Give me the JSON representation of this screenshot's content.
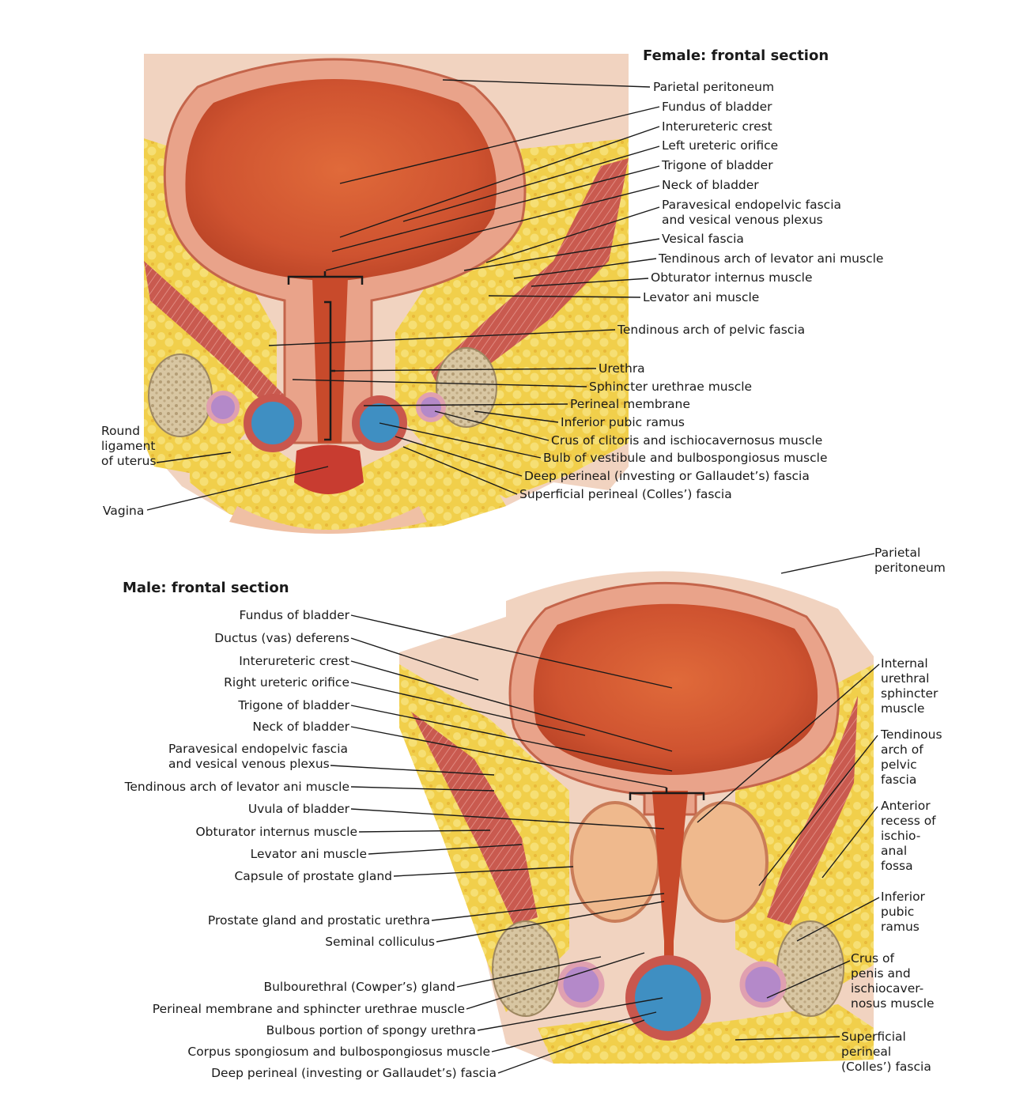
{
  "colors": {
    "bladder": "#d4572f",
    "bladder_wall": "#e8a48c",
    "muscle": "#c9574d",
    "fat": "#f2d24c",
    "vein": "#3f8fc2",
    "bone": "#d9c8a8",
    "prostate": "#efb98d",
    "skin": "#f3c2a6",
    "purple": "#b489c9",
    "leader": "#1a1a1a"
  },
  "female": {
    "title": "Female: frontal section",
    "labels": [
      "Parietal peritoneum",
      "Fundus of bladder",
      "Interureteric crest",
      "Left ureteric orifice",
      "Trigone of bladder",
      "Neck of bladder",
      [
        "Paravesical endopelvic fascia",
        "and vesical venous plexus"
      ],
      "Vesical fascia",
      "Tendinous arch of levator ani muscle",
      "Obturator internus muscle",
      "Levator ani muscle",
      "Tendinous arch of pelvic fascia",
      "Urethra",
      "Sphincter urethrae muscle",
      "Perineal membrane",
      "Inferior pubic ramus",
      "Crus of clitoris and ischiocavernosus muscle",
      "Bulb of vestibule and bulbospongiosus muscle",
      "Deep perineal (investing or Gallaudet’s) fascia",
      "Superficial perineal (Colles’) fascia"
    ],
    "left_labels": [
      [
        "Round",
        "ligament",
        "of uterus"
      ],
      "Vagina"
    ]
  },
  "male": {
    "title": "Male: frontal section",
    "left_labels": [
      "Fundus of bladder",
      "Ductus (vas) deferens",
      "Interureteric crest",
      "Right ureteric orifice",
      "Trigone of bladder",
      "Neck of bladder",
      [
        "Paravesical endopelvic fascia",
        "and vesical venous plexus"
      ],
      "Tendinous arch of levator ani muscle",
      "Uvula of bladder",
      "Obturator internus muscle",
      "Levator ani muscle",
      "Capsule of prostate gland",
      "Prostate gland and prostatic urethra",
      "Seminal colliculus",
      "Bulbourethral (Cowper’s) gland",
      "Perineal membrane and sphincter urethrae muscle",
      "Bulbous portion of spongy urethra",
      "Corpus spongiosum and bulbospongiosus muscle",
      "Deep perineal (investing or Gallaudet’s) fascia"
    ],
    "right_labels": [
      [
        "Parietal",
        "peritoneum"
      ],
      [
        "Internal",
        "urethral",
        "sphincter",
        "muscle"
      ],
      [
        "Tendinous",
        "arch of",
        "pelvic",
        "fascia"
      ],
      [
        "Anterior",
        "recess of",
        "ischio-",
        "anal",
        "fossa"
      ],
      [
        "Inferior",
        "pubic",
        "ramus"
      ],
      [
        "Crus of",
        "penis and",
        "ischiocaver-",
        "nosus muscle"
      ],
      [
        "Superficial",
        "perineal",
        "(Colles’) fascia"
      ]
    ]
  }
}
